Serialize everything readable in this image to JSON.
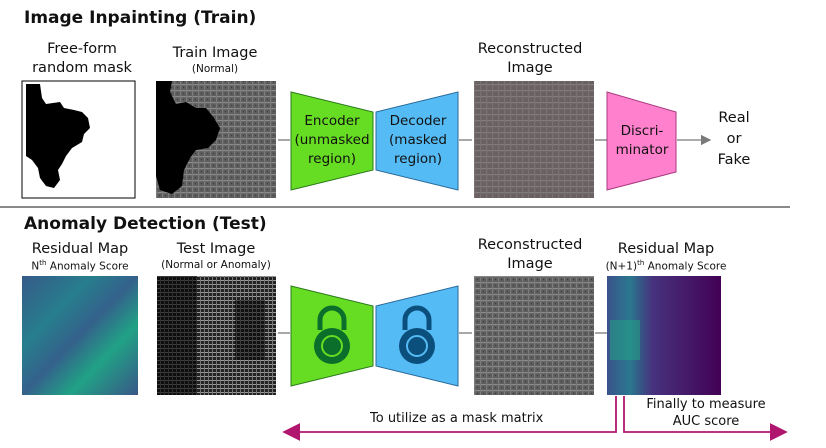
{
  "train": {
    "title": "Image Inpainting (Train)",
    "mask_label_1": "Free-form",
    "mask_label_2": "random mask",
    "train_label": "Train Image",
    "train_sublabel": "(Normal)",
    "recon_label_1": "Reconstructed",
    "recon_label_2": "Image",
    "encoder_1": "Encoder",
    "encoder_2": "(unmasked",
    "encoder_3": "region)",
    "decoder_1": "Decoder",
    "decoder_2": "(masked",
    "decoder_3": "region)",
    "disc_1": "Discri-",
    "disc_2": "minator",
    "out_1": "Real",
    "out_2": "or",
    "out_3": "Fake"
  },
  "test": {
    "title": "Anomaly Detection (Test)",
    "resid_label": "Residual Map",
    "resid_sub_prefix": "N",
    "resid_sub_sup": "th",
    "resid_sub_suffix": " Anomaly Score",
    "test_label": "Test Image",
    "test_sublabel": "(Normal or Anomaly)",
    "recon_label_1": "Reconstructed",
    "recon_label_2": "Image",
    "resid2_label": "Residual Map",
    "resid2_sub_prefix": "(N+1)",
    "resid2_sub_sup": "th",
    "resid2_sub_suffix": " Anomaly Score",
    "mask_matrix_text": "To utilize as a mask matrix",
    "auc_1": "Finally to measure",
    "auc_2": "AUC score"
  },
  "colors": {
    "encoder": "#66dd22",
    "decoder": "#55bbf5",
    "discriminator": "#ff80cc",
    "arrow_magenta": "#b0166e",
    "arrow_gray": "#7a7a7a",
    "lock_green": "#0b6e2a",
    "lock_blue": "#0b4f7d"
  },
  "icons": [
    "lock-icon",
    "lock-icon"
  ]
}
